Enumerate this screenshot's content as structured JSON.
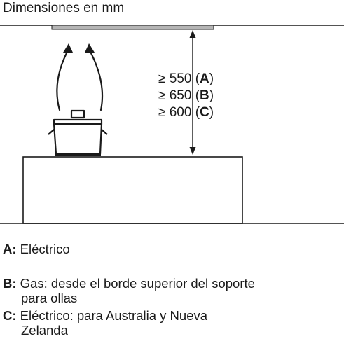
{
  "title": "Dimensiones en mm",
  "dimensions": [
    {
      "symbol": "≥",
      "value": "550",
      "open": "(",
      "key": "A",
      "close": ")"
    },
    {
      "symbol": "≥",
      "value": "650",
      "open": "(",
      "key": "B",
      "close": ")"
    },
    {
      "symbol": "≥",
      "value": "600",
      "open": "(",
      "key": "C",
      "close": ")"
    }
  ],
  "legend": [
    {
      "key": "A:",
      "line1": "Eléctrico",
      "line2": ""
    },
    {
      "key": "B:",
      "line1": "Gas: desde el borde superior del soporte",
      "line2": "para ollas"
    },
    {
      "key": "C:",
      "line1": "Eléctrico: para Australia y Nueva",
      "line2": "Zelanda"
    }
  ],
  "colors": {
    "line": "#1a1a1a",
    "hood": "#b5b5b5"
  }
}
